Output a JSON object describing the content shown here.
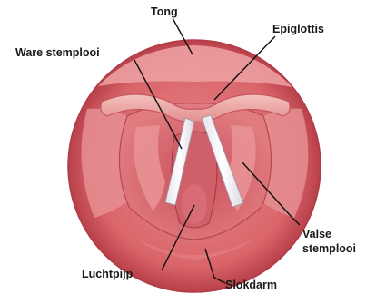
{
  "diagram": {
    "labels": {
      "tong": "Tong",
      "epiglottis": "Epiglottis",
      "ware_stemplooi": "Ware stemplooi",
      "valse_stemplooi_line1": "Valse",
      "valse_stemplooi_line2": "stemplooi",
      "luchtpijp": "Luchtpijp",
      "slokdarm": "Slokdarm"
    },
    "colors": {
      "outer_ring": "#d9656a",
      "outer_ring_dark": "#b8404a",
      "tissue": "#e4878a",
      "tissue_light": "#efb0ae",
      "inner_dark": "#c6535c",
      "vocal_cord": "#f4f2f4",
      "trachea": "#cf5f68"
    }
  }
}
